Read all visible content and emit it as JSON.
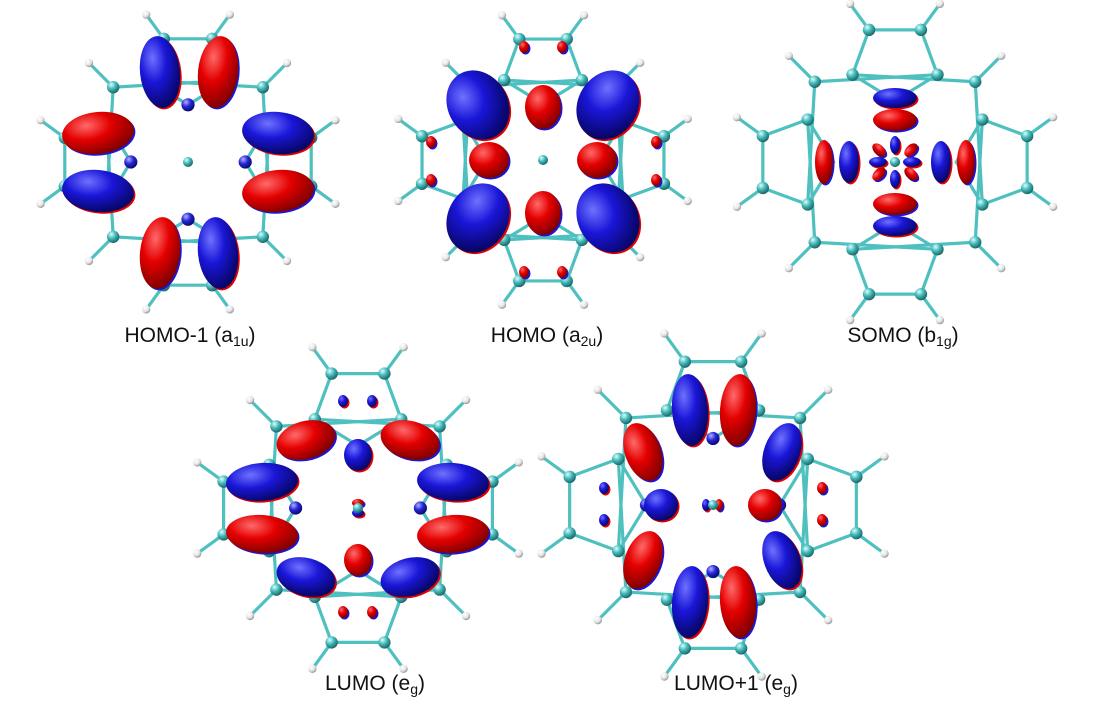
{
  "orbitals": [
    {
      "id": "homo-1",
      "name": "HOMO-1",
      "symmetry_main": "a",
      "symmetry_sub": "1u"
    },
    {
      "id": "homo",
      "name": "HOMO",
      "symmetry_main": "a",
      "symmetry_sub": "2u"
    },
    {
      "id": "somo",
      "name": "SOMO",
      "symmetry_main": "b",
      "symmetry_sub": "1g"
    },
    {
      "id": "lumo",
      "name": "LUMO",
      "symmetry_main": "e",
      "symmetry_sub": "g"
    },
    {
      "id": "lumo+1",
      "name": "LUMO+1",
      "symmetry_main": "e",
      "symmetry_sub": "g"
    }
  ],
  "colors": {
    "lobe_positive": "#e00000",
    "lobe_negative": "#1a16d8",
    "carbon": "#44b8b8",
    "nitrogen": "#2626d8",
    "hydrogen": "#eeeeee",
    "bond": "#4fc0c0",
    "metal": "#33aaaa"
  }
}
